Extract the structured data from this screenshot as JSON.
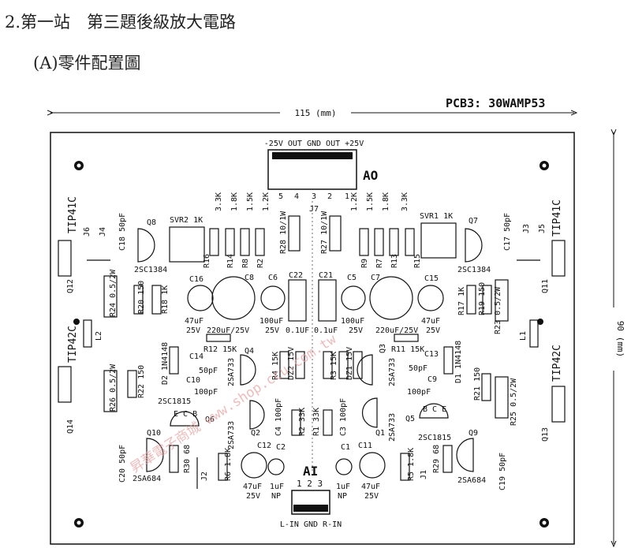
{
  "heading": "2.第一站　第三題後級放大電路",
  "subheading": "(A)零件配置圖",
  "board_code": "PCB3: 30WAMP53",
  "dim_width": "115 (mm)",
  "dim_height": "90 (mm)",
  "top_connector_label": "-25V OUT GND OUT +25V",
  "ao_label": "AO",
  "ao_pins": [
    "5",
    "4",
    "3",
    "2",
    "1"
  ],
  "ai_label": "AI",
  "ai_pins": "1 2 3",
  "bottom_connector_label": "L-IN GND R-IN",
  "watermark": "昇華電子商城 www.shop.ccu.com.tw",
  "left": {
    "tip41c": "TIP41C",
    "tip42c": "TIP42C",
    "q12": "Q12",
    "q14": "Q14",
    "q8": "Q8",
    "q10": "Q10",
    "q6": "Q6",
    "q4": "Q4",
    "q2": "Q2",
    "j6": "J6",
    "j4": "J4",
    "j2": "J2",
    "l2": "L2",
    "c18": "C18 50pF",
    "c16": "C16",
    "c8": "C8",
    "c6": "C6",
    "c22": "C22",
    "c14": "C14",
    "c10": "C10",
    "c12": "C12",
    "c4": "C4 100pF",
    "c2": "C2",
    "c20": "C20 50pF",
    "svr2": "SVR2 1K",
    "svr2_ref": "R16",
    "r_values": [
      "3.3K",
      "1.8K",
      "1.5K",
      "1.2K"
    ],
    "r_refs": [
      "R14",
      "R8",
      "R2"
    ],
    "r28": "R28 10/1W",
    "r24": "R24 0.5/2W",
    "r20": "R20 150",
    "r18": "R18 1K",
    "r26": "R26 0.5/2W",
    "r22": "R22 150",
    "r30": "R30 68",
    "r12": "R12 15K",
    "r6": "R6 1.8K",
    "r4": "R4 15K",
    "r2": "R2 33K",
    "r1": "R1 33K",
    "d2": "D2 1N4148",
    "d22": "DZ2 15V",
    "sc1384": "2SC1384",
    "sc1815": "2SC1815",
    "sa733": "2SA733",
    "sa684": "2SA684",
    "cap_47": "47uF",
    "cap_25v": "25V",
    "cap_220": "220uF/25V",
    "cap_100u": "100uF",
    "cap_01": "0.1UF",
    "cap_50pf": "50pF",
    "cap_100pf": "100pF",
    "cap_1uf": "1uF",
    "np": "NP"
  },
  "right": {
    "tip41c": "TIP41C",
    "tip42c": "TIP42C",
    "q11": "Q11",
    "q13": "Q13",
    "q7": "Q7",
    "q9": "Q9",
    "q5": "Q5",
    "q3": "Q3",
    "q1": "Q1",
    "j5": "J5",
    "j3": "J3",
    "j7": "J7",
    "j1": "J1",
    "l1": "L1",
    "c17": "C17 50pF",
    "c15": "C15",
    "c7": "C7",
    "c5": "C5",
    "c21": "C21",
    "c13": "C13",
    "c9": "C9",
    "c11": "C11",
    "c3": "C3 100pF",
    "c1": "C1",
    "c19": "C19 50pF",
    "svr1": "SVR1 1K",
    "svr1_ref": "R15",
    "r_values": [
      "1.2K",
      "1.5K",
      "1.8K",
      "3.3K"
    ],
    "r_refs": [
      "R9",
      "R7",
      "R13"
    ],
    "r27": "R27 10/1W",
    "r23": "R23 0.5/2W",
    "r19": "R19 150",
    "r17": "R17 1K",
    "r25": "R25 0.5/2W",
    "r21": "R21 150",
    "r29": "R29 68",
    "r11": "R11 15K",
    "r5": "R5 1.8K",
    "r3": "R3 15K",
    "d1": "D1 1N4148",
    "dz1": "DZ1 15V",
    "sc1384": "2SC1384",
    "sc1815": "2SC1815",
    "sa733": "2SA733",
    "sa684": "2SA684",
    "cap_47": "47uF",
    "cap_25v": "25V",
    "cap_220": "220uF/25V",
    "cap_100u": "100uF",
    "cap_01": "0.1uF",
    "cap_50pf": "50pF",
    "cap_100pf": "100pF",
    "cap_1uf": "1uF",
    "np": "NP"
  },
  "pin_ecb": "E C B",
  "pin_bce": "B C E"
}
